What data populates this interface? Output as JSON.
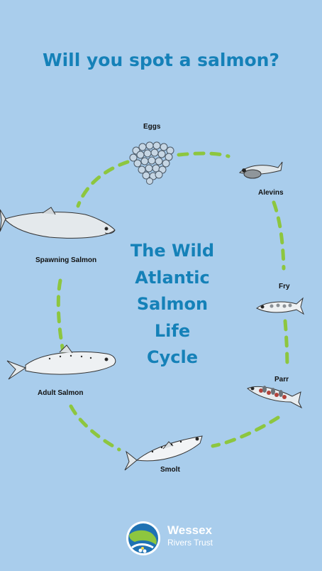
{
  "title": "Will you spot a salmon?",
  "center_lines": [
    "The Wild",
    "Atlantic",
    "Salmon",
    "Life",
    "Cycle"
  ],
  "stages": {
    "eggs": "Eggs",
    "alevins": "Alevins",
    "fry": "Fry",
    "parr": "Parr",
    "smolt": "Smolt",
    "adult": "Adult Salmon",
    "spawning": "Spawning Salmon"
  },
  "logo": {
    "name": "Wessex",
    "sub": "Rivers Trust"
  },
  "colors": {
    "background": "#a9cdec",
    "title": "#1581b8",
    "dash": "#8dc63f",
    "logo_blue": "#1f72b3"
  }
}
